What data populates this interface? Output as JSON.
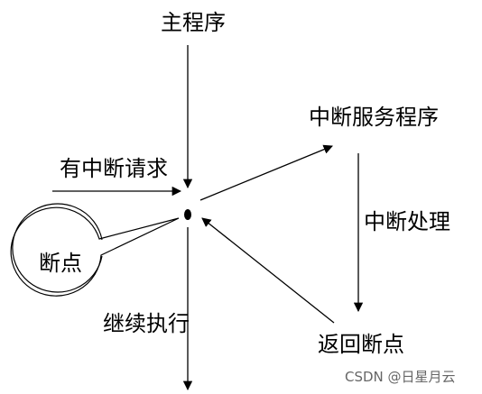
{
  "labels": {
    "main_program": "主程序",
    "interrupt_service_program": "中断服务程序",
    "interrupt_request": "有中断请求",
    "interrupt_processing": "中断处理",
    "breakpoint_callout": "断点",
    "continue_execution": "继续执行",
    "return_breakpoint": "返回断点"
  },
  "watermark": "CSDN @日星月云"
}
